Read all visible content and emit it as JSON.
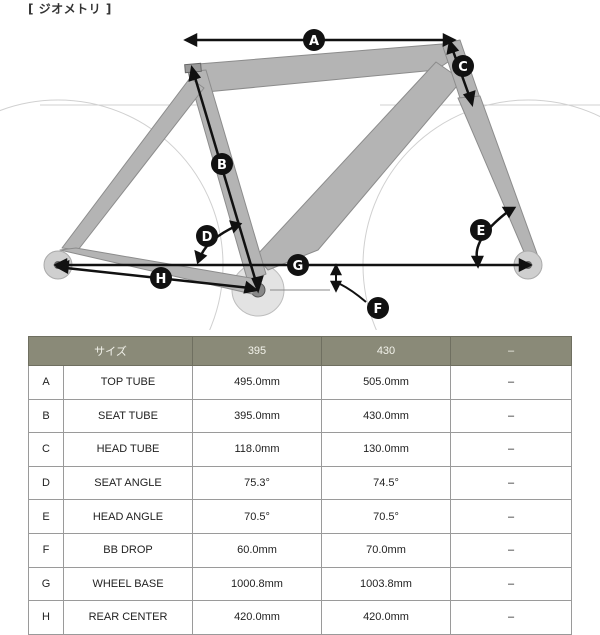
{
  "heading": "[ ジオメトリ ]",
  "diagram": {
    "labels": {
      "A": "A",
      "B": "B",
      "C": "C",
      "D": "D",
      "E": "E",
      "F": "F",
      "G": "G",
      "H": "H"
    }
  },
  "table": {
    "headers": [
      "サイズ",
      "395",
      "430",
      "–"
    ],
    "rows": [
      {
        "letter": "A",
        "name": "TOP TUBE",
        "v1": "495.0mm",
        "v2": "505.0mm",
        "v3": "–"
      },
      {
        "letter": "B",
        "name": "SEAT TUBE",
        "v1": "395.0mm",
        "v2": "430.0mm",
        "v3": "–"
      },
      {
        "letter": "C",
        "name": "HEAD TUBE",
        "v1": "118.0mm",
        "v2": "130.0mm",
        "v3": "–"
      },
      {
        "letter": "D",
        "name": "SEAT ANGLE",
        "v1": "75.3°",
        "v2": "74.5°",
        "v3": "–"
      },
      {
        "letter": "E",
        "name": "HEAD ANGLE",
        "v1": "70.5°",
        "v2": "70.5°",
        "v3": "–"
      },
      {
        "letter": "F",
        "name": "BB DROP",
        "v1": "60.0mm",
        "v2": "70.0mm",
        "v3": "–"
      },
      {
        "letter": "G",
        "name": "WHEEL BASE",
        "v1": "1000.8mm",
        "v2": "1003.8mm",
        "v3": "–"
      },
      {
        "letter": "H",
        "name": "REAR CENTER",
        "v1": "420.0mm",
        "v2": "420.0mm",
        "v3": "–"
      }
    ]
  }
}
